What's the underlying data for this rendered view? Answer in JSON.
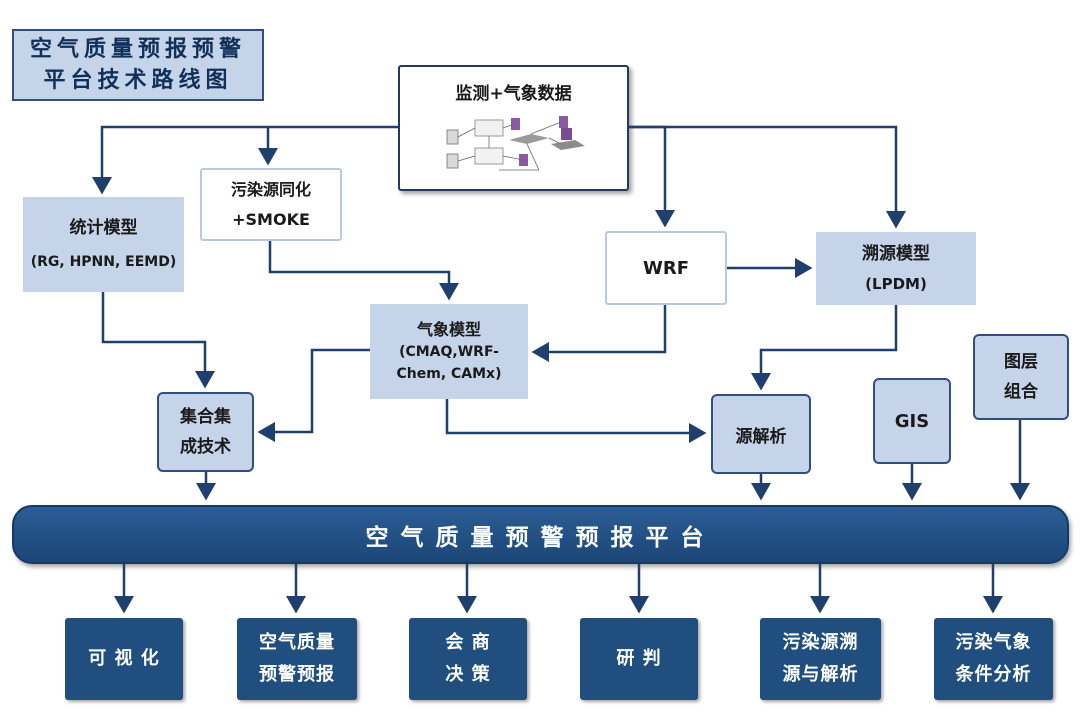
{
  "title": {
    "line1": "空气质量预报预警",
    "line2": "平台技术路线图"
  },
  "data_source": {
    "label": "监测+气象数据"
  },
  "nodes": {
    "stat_model": {
      "line1": "统计模型",
      "line2": "(RG, HPNN, EEMD)"
    },
    "emission": {
      "line1": "污染源同化",
      "line2": "+SMOKE"
    },
    "wrf": {
      "label": "WRF"
    },
    "trace_model": {
      "line1": "溯源模型",
      "line2": "(LPDM)"
    },
    "met_model": {
      "line1": "气象模型",
      "line2": "(CMAQ,WRF-",
      "line3": "Chem, CAMx)"
    },
    "ensemble": {
      "line1": "集合集",
      "line2": "成技术"
    },
    "source_analysis": {
      "label": "源解析"
    },
    "gis": {
      "label": "GIS"
    },
    "layers": {
      "line1": "图层",
      "line2": "组合"
    }
  },
  "platform": {
    "label": "空气质量预警预报平台"
  },
  "outputs": [
    {
      "line1": "可 视 化",
      "line2": ""
    },
    {
      "line1": "空气质量",
      "line2": "预警预报"
    },
    {
      "line1": "会 商",
      "line2": "决 策"
    },
    {
      "line1": "研 判",
      "line2": ""
    },
    {
      "line1": "污染源溯",
      "line2": "源与解析"
    },
    {
      "line1": "污染气象",
      "line2": "条件分析"
    }
  ],
  "colors": {
    "dark_navy": "#1f4e7f",
    "light_blue": "#c6d4ea",
    "arrow": "#1f3f6e"
  }
}
